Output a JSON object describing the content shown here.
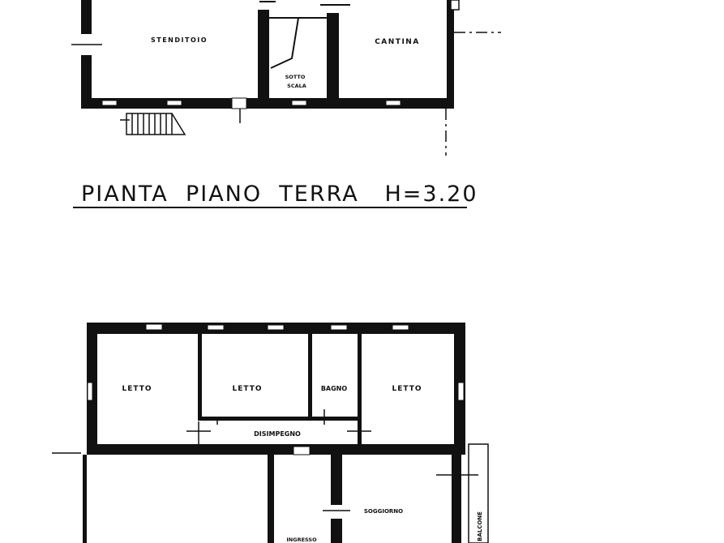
{
  "ground_floor": {
    "title": "PIANTA  PIANO  TERRA   H=3.20",
    "rooms": {
      "stenditoio": "STENDITOIO",
      "sotto_scala": [
        "SOTTO",
        "SCALA"
      ],
      "cantina": "CANTINA"
    }
  },
  "upper_floor": {
    "rooms": {
      "letto_1": "LETTO",
      "letto_2": "LETTO",
      "bagno": "BAGNO",
      "letto_3": "LETTO",
      "disimpegno": "DISIMPEGNO",
      "soggiorno": "SOGGIORNO",
      "ingresso": "INGRESSO",
      "balcone": "BALCONE"
    }
  },
  "colors": {
    "wall": "#111111",
    "background": "#ffffff"
  }
}
